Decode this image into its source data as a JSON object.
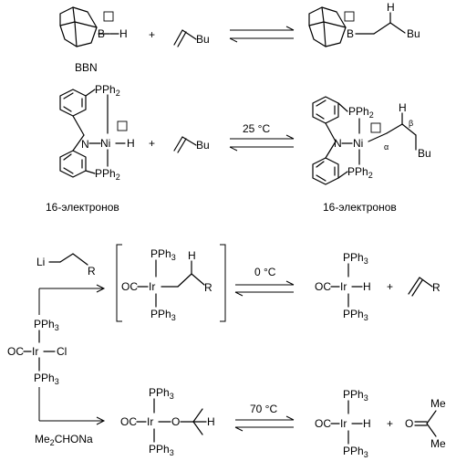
{
  "scheme_bbn": {
    "reagent_label": "BBN",
    "boron": "B",
    "hydride": "H",
    "plus": "+",
    "alkene_substituent": "Bu",
    "product_boron": "B",
    "product_h": "H",
    "product_substituent": "Bu"
  },
  "scheme_ni": {
    "pph2_top": "PPh",
    "pph2_bottom": "PPh",
    "nitrogen": "N",
    "nickel": "Ni",
    "hydride": "H",
    "plus": "+",
    "alkene_substituent": "Bu",
    "condition": "25 °C",
    "product_h": "H",
    "alpha": "α",
    "beta": "β",
    "product_substituent": "Bu",
    "caption_left": "16-электронов",
    "caption_right": "16-электронов",
    "subscript_two": "2"
  },
  "scheme_ir": {
    "li_reagent_metal": "Li",
    "li_reagent_r": "R",
    "start_co": "OC",
    "start_ir": "Ir",
    "start_cl": "Cl",
    "start_pph3": "PPh",
    "subscript_three": "3",
    "alkyl_co": "OC",
    "alkyl_ir": "Ir",
    "alkyl_h": "H",
    "alkyl_r": "R",
    "condition_top": "0 °C",
    "hydride_co": "OC",
    "hydride_ir": "Ir",
    "hydride_h": "H",
    "plus": "+",
    "alkene_r": "R",
    "alkoxide_reagent": "Me",
    "alkoxide_reagent_tail": "CHONa",
    "alkoxo_co": "OC",
    "alkoxo_ir": "Ir",
    "alkoxo_o": "O",
    "alkoxo_h": "H",
    "condition_bottom": "70 °C",
    "hydride2_co": "OC",
    "hydride2_ir": "Ir",
    "hydride2_h": "H",
    "plus2": "+",
    "ketone_o": "O",
    "ketone_me": "Me"
  }
}
